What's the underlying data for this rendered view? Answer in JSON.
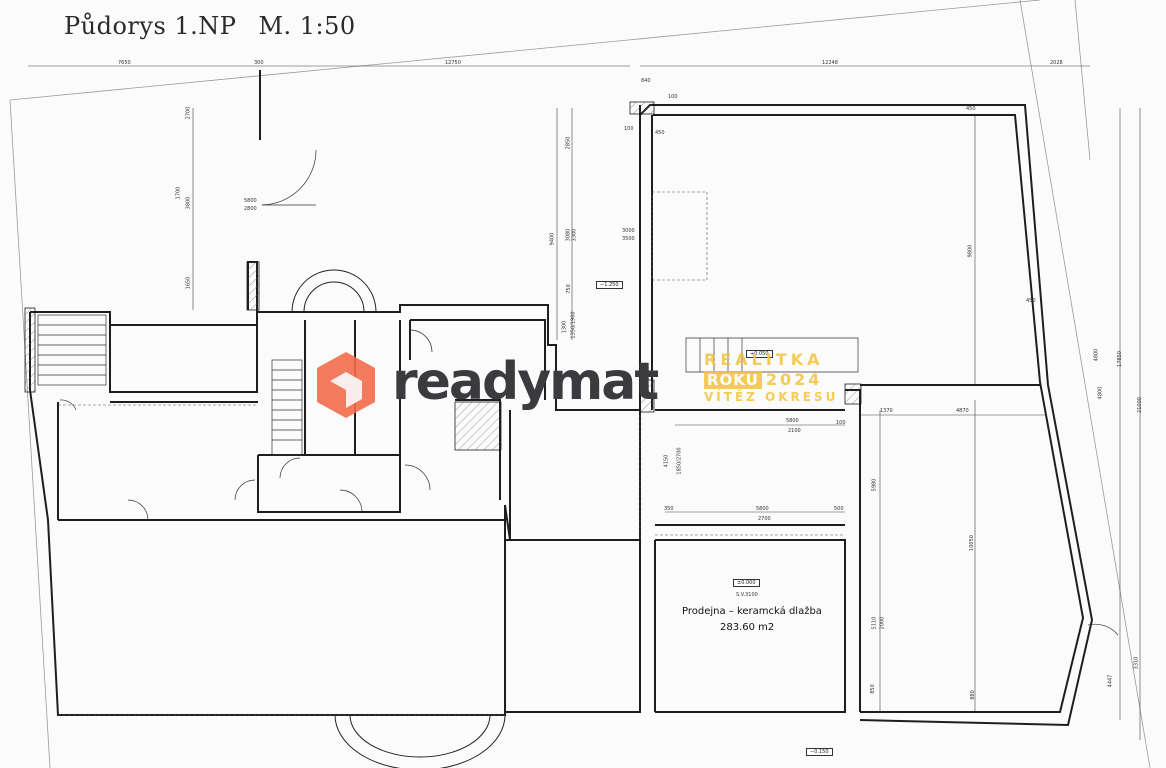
{
  "drawing": {
    "title": "Půdorys 1.NP",
    "scale": "M. 1:50"
  },
  "room": {
    "name": "Prodejna – keramcká dlažba",
    "area": "283.60 m2",
    "level": "±0.000",
    "height": "S.V.3100"
  },
  "levels": {
    "basement": "−1.250",
    "stairs": "+0.050",
    "street": "−0.150"
  },
  "dimensions": {
    "top_left": "7650",
    "top_mid_a": "300",
    "top_mid_b": "12750",
    "top_right": "12248",
    "top_far_right": "2028",
    "corner_a": "840",
    "corner_b": "100",
    "left_a": "2700",
    "left_b": "1700",
    "left_c": "3800",
    "left_d": "1650",
    "door_a": "5800",
    "door_b": "2800",
    "mid_a": "2850",
    "mid_b": "3000",
    "mid_c": "3500",
    "mid_d": "9400",
    "mid_e": "3080",
    "mid_f": "3300",
    "mid_g": "750",
    "mid_h": "1300",
    "mid_i": "1350/1900",
    "wall_a": "100",
    "wall_b": "450",
    "right_a": "450",
    "right_b": "9800",
    "right_c": "450",
    "right_d": "4800",
    "right_e": "17850",
    "right_f": "21000",
    "right_g": "3310",
    "shop_a": "1370",
    "shop_b": "4870",
    "shop_c": "5800",
    "shop_d": "2100",
    "shop_e": "100",
    "shop_f": "4150",
    "shop_g": "1850/2700",
    "shop_h": "350",
    "shop_i": "5800",
    "shop_j": "2700",
    "shop_k": "500",
    "shop_l": "5980",
    "shop_m": "10050",
    "shop_n": "5110",
    "shop_o": "2000",
    "shop_p": "850",
    "shop_q": "880",
    "diag_a": "4800",
    "diag_b": "4447"
  },
  "watermark": {
    "brand": "readymat",
    "badge_line1": "REALITKA",
    "badge_line2a": "ROKU",
    "badge_line2b": "2024",
    "badge_line3": "VÍTĚZ OKRESU",
    "brand_color": "#f26b4b",
    "text_color": "#3b3b3f",
    "badge_color": "#f5c33b"
  }
}
